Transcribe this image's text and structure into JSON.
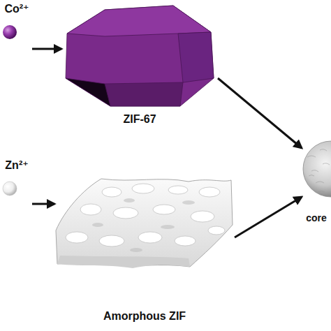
{
  "diagram": {
    "nodes": [
      {
        "text": [
          "Co²⁺"
        ]
      },
      {
        "text": [
          "ZIF-67"
        ]
      },
      {
        "text": [
          "Zn²⁺"
        ]
      },
      {
        "text": [
          "Amorphous ZIF"
        ]
      },
      {
        "text": [
          "core"
        ]
      }
    ],
    "edges": [
      {
        "from": 0,
        "to": 1,
        "arrow": "to"
      },
      {
        "from": 2,
        "to": 3,
        "arrow": "to"
      },
      {
        "from": 1,
        "to": 4,
        "arrow": "to"
      },
      {
        "from": 3,
        "to": 4,
        "arrow": "to"
      }
    ]
  }
}
